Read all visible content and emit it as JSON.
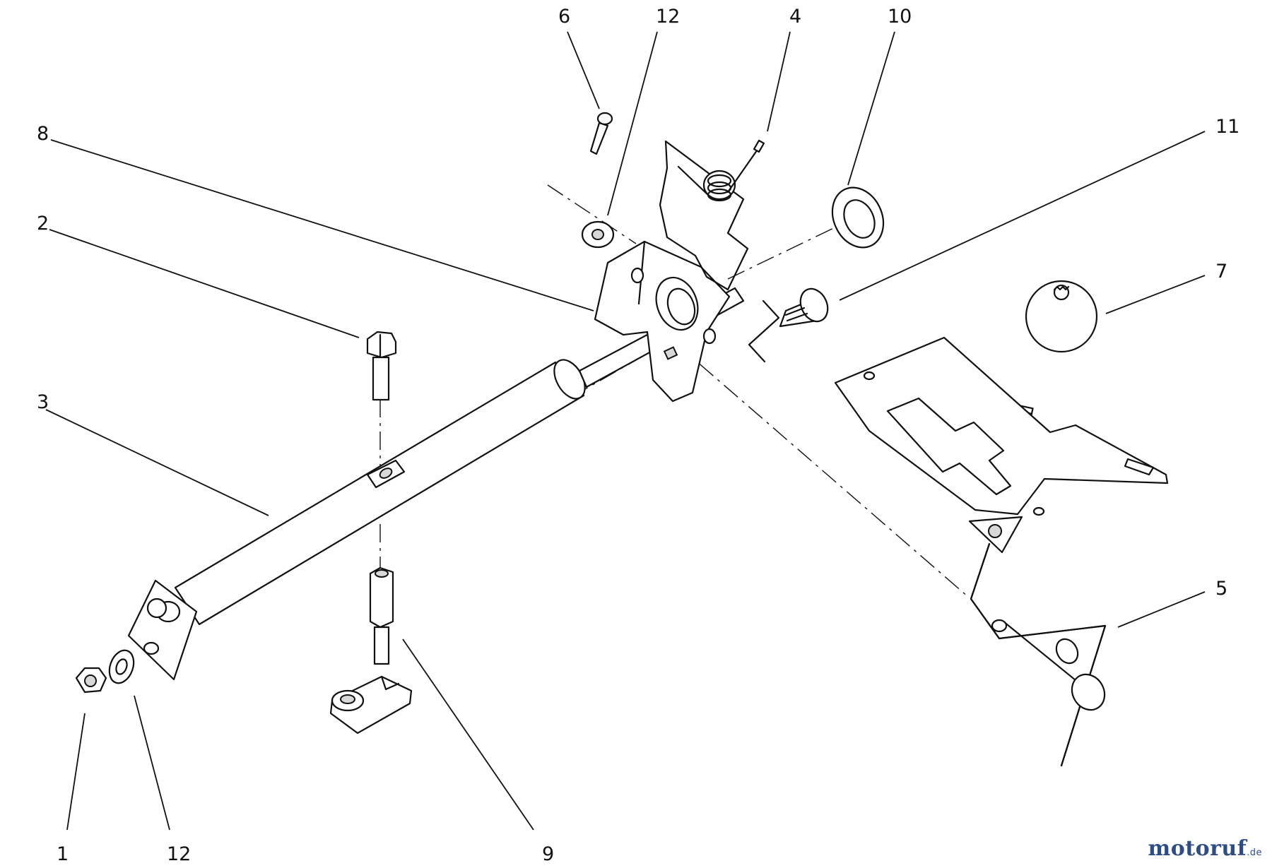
{
  "callouts": [
    {
      "id": "1",
      "label": "1"
    },
    {
      "id": "2",
      "label": "2"
    },
    {
      "id": "3",
      "label": "3"
    },
    {
      "id": "4",
      "label": "4"
    },
    {
      "id": "5",
      "label": "5"
    },
    {
      "id": "6",
      "label": "6"
    },
    {
      "id": "7",
      "label": "7"
    },
    {
      "id": "8",
      "label": "8"
    },
    {
      "id": "9",
      "label": "9"
    },
    {
      "id": "10",
      "label": "10"
    },
    {
      "id": "11",
      "label": "11"
    },
    {
      "id": "12a",
      "label": "12"
    },
    {
      "id": "12b",
      "label": "12"
    }
  ],
  "watermark": {
    "main": "motoruf",
    "tld": ".de",
    "color": "#2f4d85"
  }
}
